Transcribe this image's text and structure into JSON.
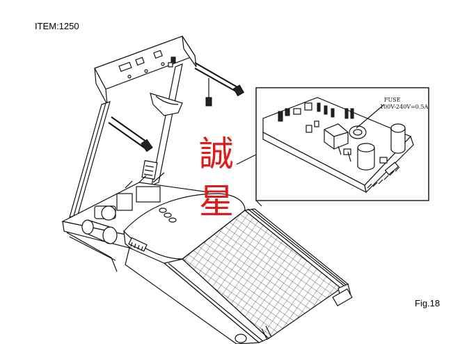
{
  "header": {
    "item_label": "ITEM:1250"
  },
  "figure": {
    "label": "Fig.18"
  },
  "callout": {
    "fuse_label": "FUSE",
    "fuse_rating": "100V-240V=0.5A"
  },
  "watermark": {
    "chars": [
      "誠",
      "星"
    ],
    "color": "#e01b1b"
  }
}
